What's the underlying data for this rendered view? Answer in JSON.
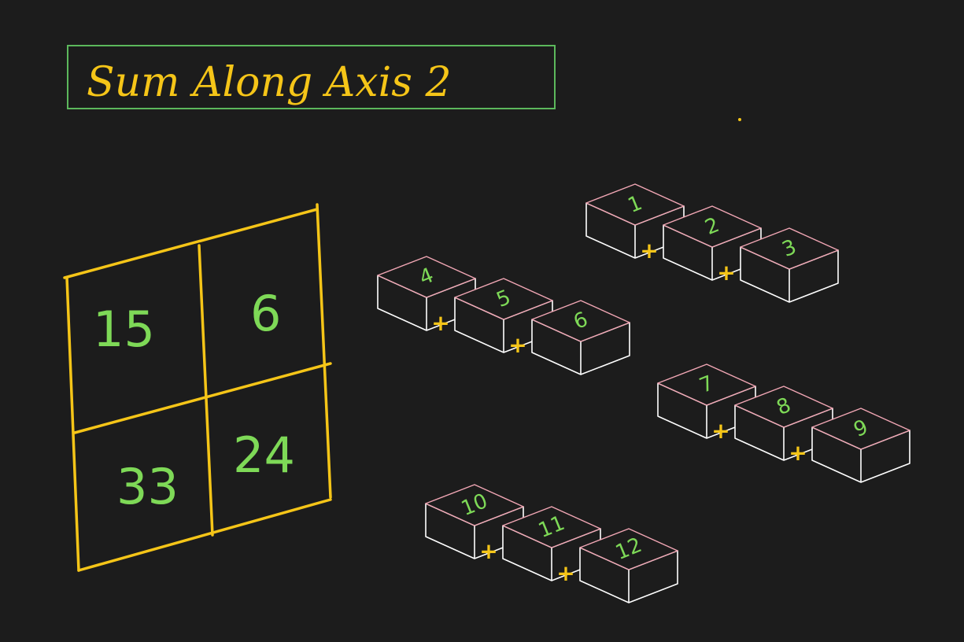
{
  "title": "Sum Along Axis 2",
  "result_grid": {
    "cells": [
      {
        "value": "15"
      },
      {
        "value": "6"
      },
      {
        "value": "33"
      },
      {
        "value": "24"
      }
    ]
  },
  "cube_rows": [
    {
      "values": [
        "1",
        "2",
        "3"
      ]
    },
    {
      "values": [
        "4",
        "5",
        "6"
      ]
    },
    {
      "values": [
        "7",
        "8",
        "9"
      ]
    },
    {
      "values": [
        "10",
        "11",
        "12"
      ]
    }
  ],
  "plus_sign": "+",
  "colors": {
    "background": "#1c1c1c",
    "title_box": "#5cb85c",
    "handwriting_yellow": "#f5c518",
    "numbers_green": "#7ed957",
    "cube_top_edge": "#f2a7b5",
    "cube_edge": "#ffffff"
  }
}
